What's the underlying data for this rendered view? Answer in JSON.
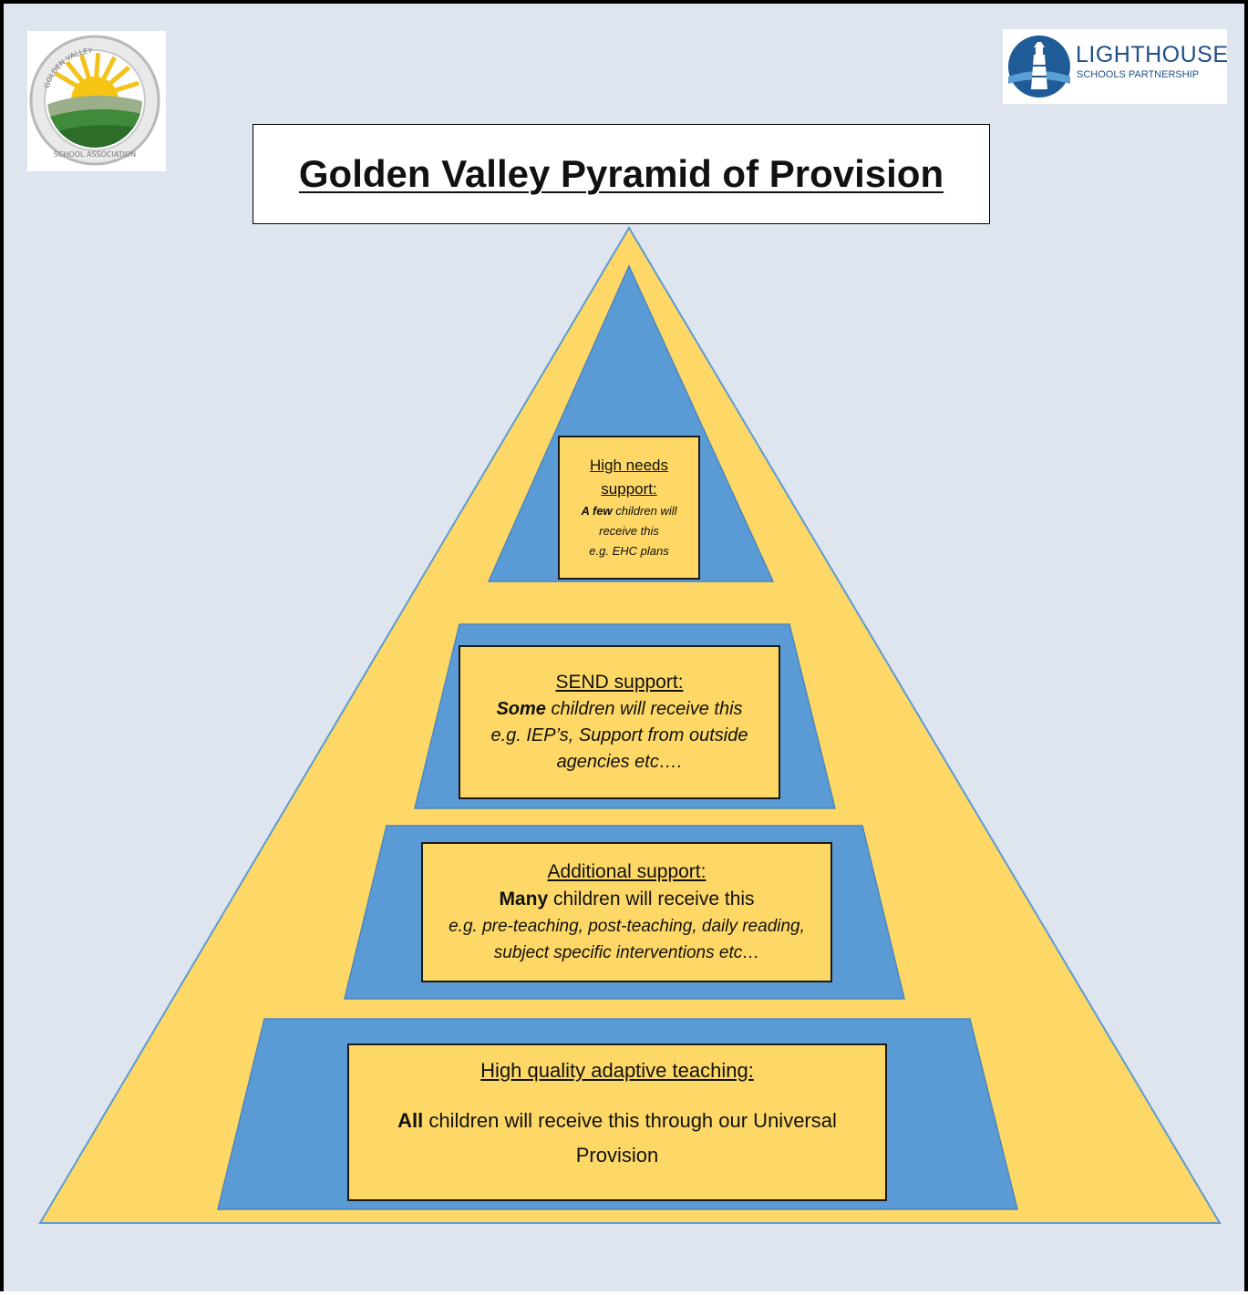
{
  "logos": {
    "left": {
      "name": "Golden Valley School Association",
      "ring_text": "GOLDEN VALLEY SCHOOL ASSOCIATION"
    },
    "right": {
      "line1": "LIGHTHOUSE",
      "line2": "SCHOOLS PARTNERSHIP"
    }
  },
  "title": "Golden Valley Pyramid of Provision",
  "colors": {
    "pyramid_fill": "#fed866",
    "tier_fill": "#5b9bd5",
    "box_fill": "#fed866",
    "page_bg": "#dfe5ee"
  },
  "tiers": [
    {
      "heading": "High needs support:",
      "bold": "A few",
      "rest": " children will receive this",
      "example": "e.g. EHC plans"
    },
    {
      "heading": "SEND support:",
      "bold": "Some",
      "rest": " children will receive this",
      "example": "e.g. IEP’s, Support from outside agencies etc…."
    },
    {
      "heading": "Additional support:",
      "bold": "Many",
      "rest": " children will receive this",
      "example": "e.g. pre-teaching, post-teaching, daily reading, subject specific interventions etc…"
    },
    {
      "heading": "High quality adaptive teaching:",
      "bold": "All",
      "rest": " children will receive this through our Universal Provision",
      "example": ""
    }
  ]
}
